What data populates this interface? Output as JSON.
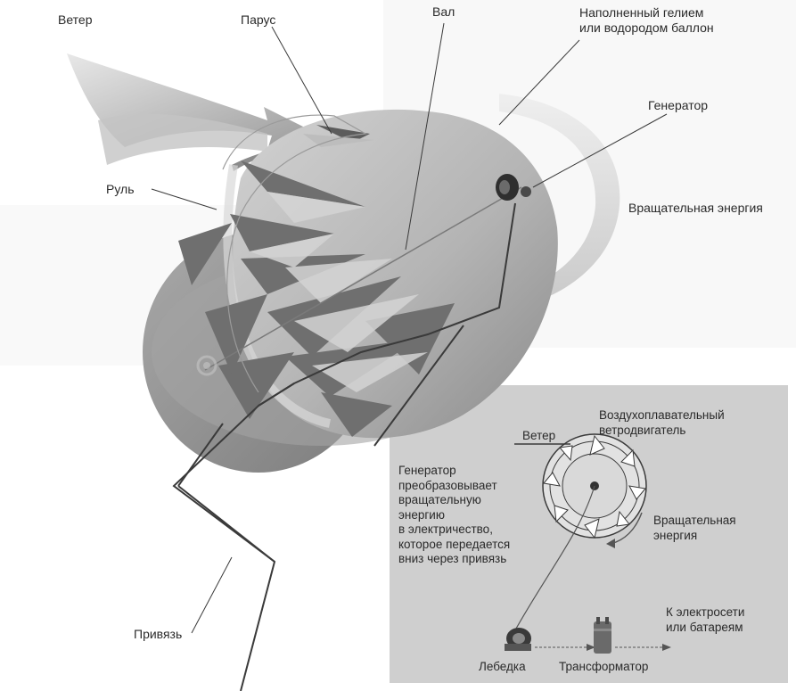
{
  "main_labels": {
    "wind": "Ветер",
    "sail": "Парус",
    "shaft": "Вал",
    "balloon": "Наполненный гелием\nили водородом баллон",
    "generator": "Генератор",
    "rudder": "Руль",
    "rotational_energy": "Вращательная энергия",
    "tether": "Привязь"
  },
  "inset": {
    "turbine": "Воздухоплавательный\nветродвигатель",
    "wind": "Ветер",
    "generator_note": "Генератор\nпреобразовывает\nвращательную\nэнергию\nв электричество,\nкоторое передается\nвниз через привязь",
    "rotational_energy": "Вращательная\nэнергия",
    "grid": "К электросети\nили батареям",
    "winch": "Лебедка",
    "transformer": "Трансформатор"
  },
  "colors": {
    "balloon_fill": "#b5b5b5",
    "balloon_dark": "#8e8e8e",
    "sail_dark": "#6d6d6d",
    "inset_bg": "#cfcfcf",
    "line": "#3a3a3a"
  }
}
